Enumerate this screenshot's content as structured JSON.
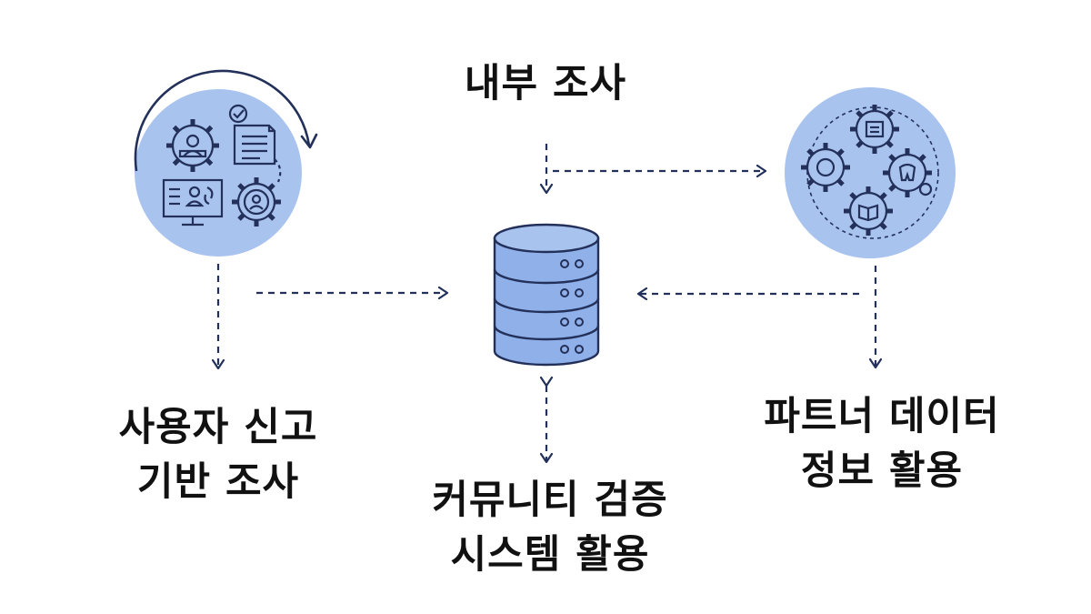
{
  "labels": {
    "internal": {
      "line1": "내부 조사"
    },
    "user": {
      "line1": "사용자 신고",
      "line2": "기반 조사"
    },
    "community": {
      "line1": "커뮤니티 검증",
      "line2": "시스템 활용"
    },
    "partner": {
      "line1": "파트너 데이터",
      "line2": "정보 활용"
    }
  },
  "colors": {
    "circle_fill": "#a9c3ef",
    "db_fill": "#8fb0e8",
    "line": "#22305a",
    "text": "#111111"
  },
  "icons": {
    "user_node": [
      "gear-person-icon",
      "document-check-icon",
      "monitor-user-icon",
      "gear-user-icon",
      "circular-arrow-icon"
    ],
    "center": "database-icon",
    "partner_node": [
      "gear-icon",
      "gear-document-icon",
      "gear-tooth-icon",
      "gear-book-icon"
    ]
  }
}
